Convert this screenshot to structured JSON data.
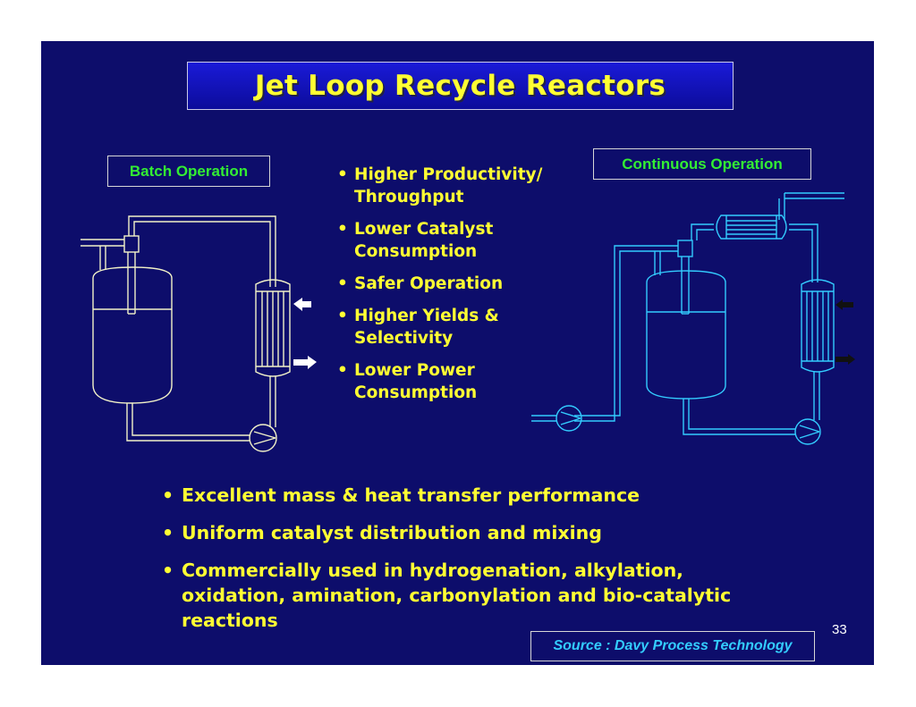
{
  "slide": {
    "title": "Jet Loop Recycle Reactors",
    "batch_label": "Batch Operation",
    "continuous_label": "Continuous  Operation",
    "middle_bullets": [
      "Higher Productivity/ Throughput",
      "Lower Catalyst Consumption",
      "Safer Operation",
      "Higher Yields & Selectivity",
      "Lower Power Consumption"
    ],
    "bottom_bullets": [
      "Excellent mass & heat transfer performance",
      "Uniform catalyst distribution and mixing",
      "Commercially used in hydrogenation, alkylation, oxidation, amination, carbonylation and bio-catalytic reactions"
    ],
    "source": "Source : Davy Process Technology",
    "page_number": "33"
  },
  "colors": {
    "background": "#0d0d6b",
    "title_text": "#ffff33",
    "label_text": "#33ee33",
    "source_text": "#33ccff",
    "batch_diagram": "#f2f2c8",
    "continuous_diagram": "#33ccff"
  }
}
